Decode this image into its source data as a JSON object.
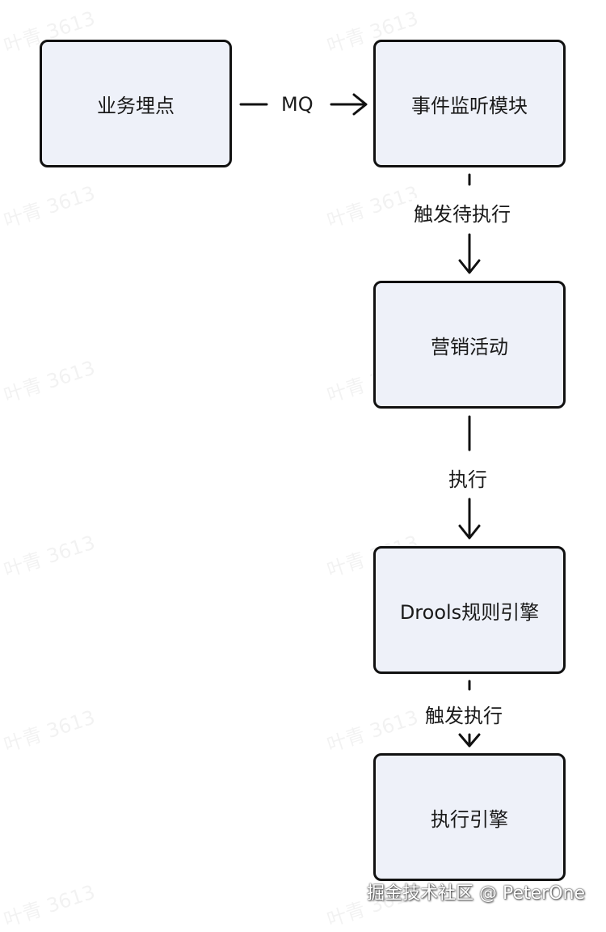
{
  "nodes": {
    "burying_point": "业务埋点",
    "event_listener": "事件监听模块",
    "marketing_activity": "营销活动",
    "drools_engine": "Drools规则引擎",
    "execution_engine": "执行引擎"
  },
  "edges": {
    "mq": "MQ",
    "trigger_pending": "触发待执行",
    "execute": "执行",
    "trigger_execute": "触发执行"
  },
  "watermark": "叶青 3613",
  "footer": "掘金技术社区 @ PeterOne",
  "colors": {
    "node_fill": "#eef1f9",
    "node_border": "#111111",
    "line": "#111111"
  }
}
